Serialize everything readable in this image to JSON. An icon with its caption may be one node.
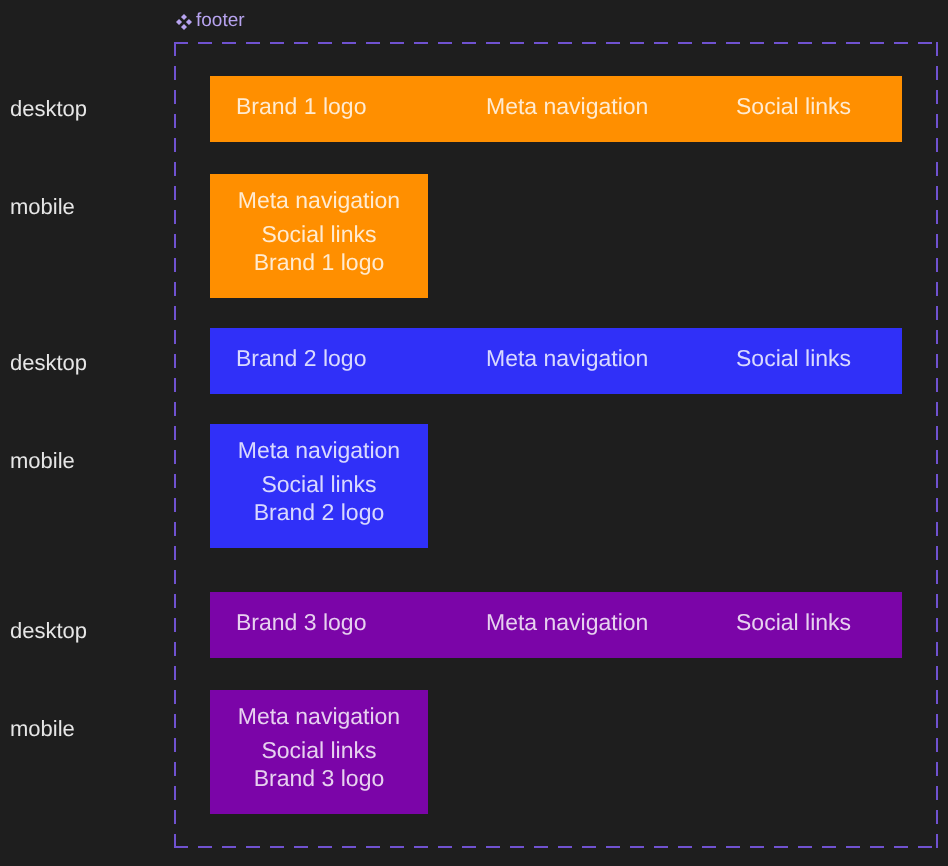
{
  "diagram": {
    "nodes": [
      {
        "text": [
          "footer"
        ]
      },
      {
        "text": [
          "Brand 1 logo",
          "Meta navigation",
          "Social links"
        ],
        "in": 0
      },
      {
        "text": [
          "Meta navigation",
          "Social links",
          "Brand 1 logo"
        ],
        "in": 0
      },
      {
        "text": [
          "Brand 2 logo",
          "Meta navigation",
          "Social links"
        ],
        "in": 0
      },
      {
        "text": [
          "Meta navigation",
          "Social links",
          "Brand 2 logo"
        ],
        "in": 0
      },
      {
        "text": [
          "Brand 3 logo",
          "Meta navigation",
          "Social links"
        ],
        "in": 0
      },
      {
        "text": [
          "Meta navigation",
          "Social links",
          "Brand 3 logo"
        ],
        "in": 0
      }
    ],
    "labels": [
      "desktop",
      "mobile",
      "desktop",
      "mobile",
      "desktop",
      "mobile"
    ]
  }
}
